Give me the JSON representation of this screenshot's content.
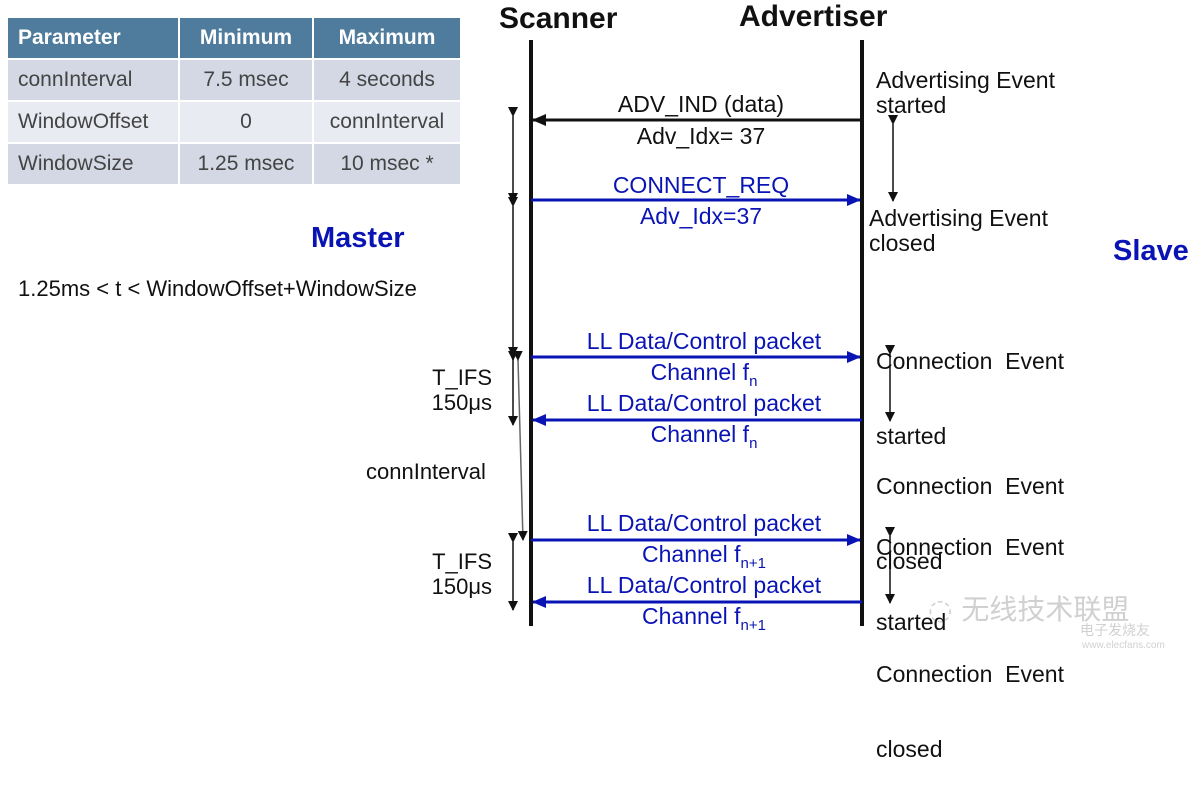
{
  "table": {
    "headers": [
      "Parameter",
      "Minimum",
      "Maximum"
    ],
    "rows": [
      [
        "connInterval",
        "7.5 msec",
        "4 seconds"
      ],
      [
        "WindowOffset",
        "0",
        "connInterval"
      ],
      [
        "WindowSize",
        "1.25 msec",
        "10 msec *"
      ]
    ],
    "header_color": "#4f7c9c"
  },
  "lanes": {
    "scanner": "Scanner",
    "advertiser": "Advertiser"
  },
  "roles": {
    "master": "Master",
    "slave": "Slave",
    "color": "#0a14b4"
  },
  "messages": [
    {
      "direction": "advertiser-to-scanner",
      "color": "#111111",
      "label": "ADV_IND (data)",
      "sublabel": "Adv_Idx= 37"
    },
    {
      "direction": "scanner-to-advertiser",
      "color": "#0a14b4",
      "label": "CONNECT_REQ",
      "sublabel": "Adv_Idx=37"
    },
    {
      "direction": "scanner-to-advertiser",
      "color": "#0a14b4",
      "label": "LL Data/Control packet",
      "sublabel": "Channel f",
      "sub": "n"
    },
    {
      "direction": "advertiser-to-scanner",
      "color": "#0a14b4",
      "label": "LL Data/Control packet",
      "sublabel": "Channel f",
      "sub": "n"
    },
    {
      "direction": "scanner-to-advertiser",
      "color": "#0a14b4",
      "label": "LL Data/Control packet",
      "sublabel": "Channel f",
      "sub": "n+1"
    },
    {
      "direction": "advertiser-to-scanner",
      "color": "#0a14b4",
      "label": "LL Data/Control packet",
      "sublabel": "Channel f",
      "sub": "n+1"
    }
  ],
  "events": [
    {
      "line1": "Advertising Event",
      "line2": "started"
    },
    {
      "line1": "Advertising Event",
      "line2": "closed"
    },
    {
      "line1": "Connection  Event",
      "line2": "started"
    },
    {
      "line1": "Connection  Event",
      "line2": "closed"
    },
    {
      "line1": "Connection  Event",
      "line2": "started"
    },
    {
      "line1": "Connection  Event",
      "line2": "closed"
    }
  ],
  "timings": {
    "window_constraint": "1.25ms < t < WindowOffset+WindowSize",
    "tifs_1_line1": "T_IFS",
    "tifs_1_line2": "150μs",
    "conn_interval": "connInterval",
    "tifs_2_line1": "T_IFS",
    "tifs_2_line2": "150μs"
  },
  "watermark": {
    "text": "无线技术联盟",
    "site_cn": "电子发烧友",
    "site_url": "www.elecfans.com"
  }
}
